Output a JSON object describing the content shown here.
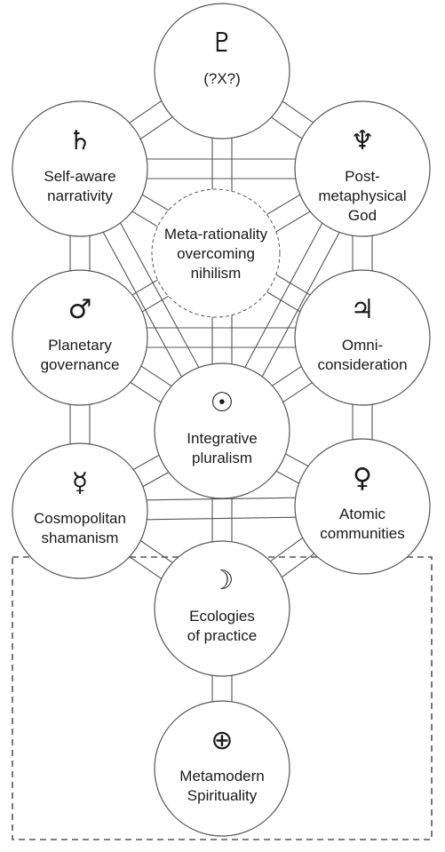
{
  "nodes": [
    {
      "id": "pluto",
      "symbol": "♇",
      "symbol_name": "pluto-icon",
      "lines": [
        "(?X?)"
      ]
    },
    {
      "id": "saturn",
      "symbol": "♄",
      "symbol_name": "saturn-icon",
      "lines": [
        "Self-aware",
        "narrativity"
      ]
    },
    {
      "id": "neptune",
      "symbol": "♆",
      "symbol_name": "neptune-icon",
      "lines": [
        "Post-",
        "metaphysical",
        "God"
      ]
    },
    {
      "id": "hidden",
      "symbol": "",
      "symbol_name": "",
      "lines": [
        "Meta-rationality",
        "overcoming",
        "nihilism"
      ]
    },
    {
      "id": "mars",
      "symbol": "♂",
      "symbol_name": "mars-icon",
      "lines": [
        "Planetary",
        "governance"
      ]
    },
    {
      "id": "jupiter",
      "symbol": "♃",
      "symbol_name": "jupiter-icon",
      "lines": [
        "Omni-",
        "consideration"
      ]
    },
    {
      "id": "sun",
      "symbol": "☉",
      "symbol_name": "sun-icon",
      "lines": [
        "Integrative",
        "pluralism"
      ]
    },
    {
      "id": "mercury",
      "symbol": "☿",
      "symbol_name": "mercury-icon",
      "lines": [
        "Cosmopolitan",
        "shamanism"
      ]
    },
    {
      "id": "venus",
      "symbol": "♀",
      "symbol_name": "venus-icon",
      "lines": [
        "Atomic",
        "communities"
      ]
    },
    {
      "id": "moon",
      "symbol": "☽",
      "symbol_name": "moon-icon",
      "lines": [
        "Ecologies",
        "of practice"
      ]
    },
    {
      "id": "earth",
      "symbol": "⊕",
      "symbol_name": "earth-icon",
      "lines": [
        "Metamodern",
        "Spirituality"
      ]
    }
  ],
  "paths": [
    [
      "pluto",
      "saturn"
    ],
    [
      "pluto",
      "neptune"
    ],
    [
      "saturn",
      "neptune"
    ],
    [
      "saturn",
      "mars"
    ],
    [
      "neptune",
      "jupiter"
    ],
    [
      "mars",
      "jupiter"
    ],
    [
      "saturn",
      "sun"
    ],
    [
      "neptune",
      "sun"
    ],
    [
      "mars",
      "sun"
    ],
    [
      "jupiter",
      "sun"
    ],
    [
      "mars",
      "mercury"
    ],
    [
      "jupiter",
      "venus"
    ],
    [
      "mercury",
      "venus"
    ],
    [
      "mercury",
      "sun"
    ],
    [
      "venus",
      "sun"
    ],
    [
      "sun",
      "moon"
    ],
    [
      "mercury",
      "moon"
    ],
    [
      "venus",
      "moon"
    ],
    [
      "moon",
      "earth"
    ],
    [
      "pluto",
      "sun"
    ],
    [
      "saturn",
      "jupiter"
    ],
    [
      "neptune",
      "mars"
    ]
  ]
}
